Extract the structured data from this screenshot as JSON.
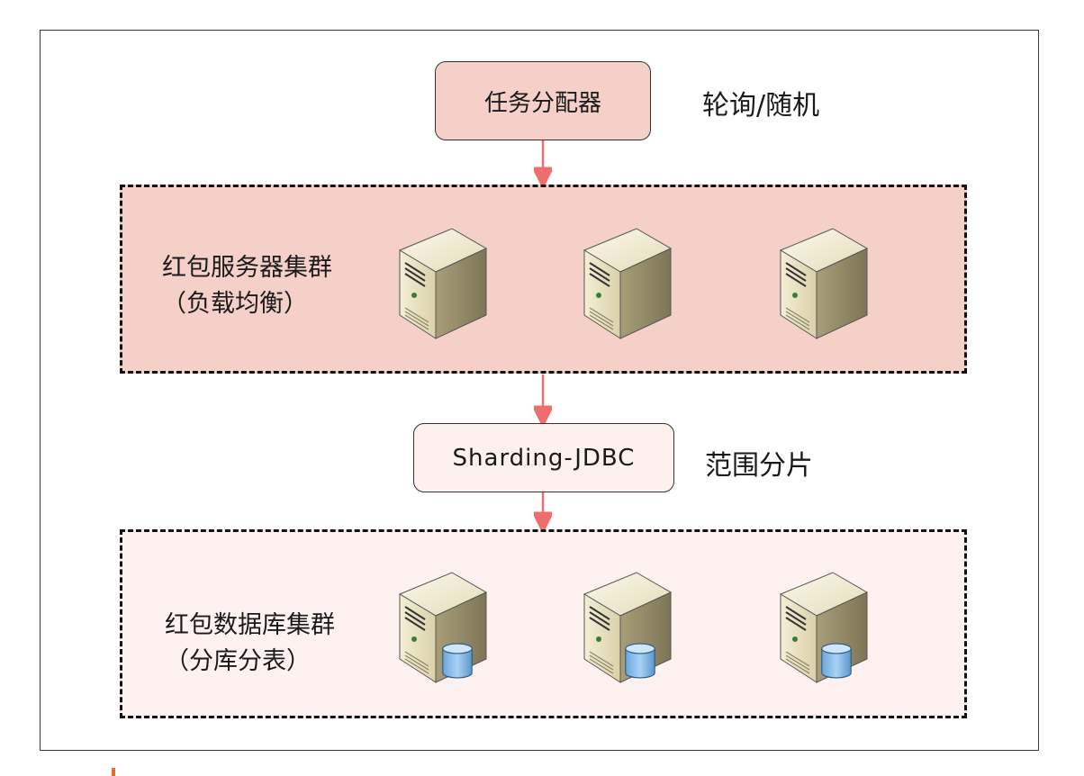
{
  "dispatcher": {
    "label": "任务分配器",
    "note": "轮询/随机"
  },
  "service_cluster": {
    "title": "红包服务器集群",
    "subtitle": "（负载均衡）",
    "server_count": 3
  },
  "sharding": {
    "label": "Sharding-JDBC",
    "note": "范围分片"
  },
  "db_cluster": {
    "title": "红包数据库集群",
    "subtitle": "（分库分表）",
    "server_count": 3
  },
  "colors": {
    "arrow": "#ee6e6e",
    "dispatcher_fill": "#f5d0c8",
    "service_cluster_fill": "#f5d0c8",
    "sharding_fill": "#fdf1ee",
    "db_cluster_fill": "#fdf2ef",
    "bottom_mark": "#e5702a"
  },
  "icons": {
    "server": "server-tower-icon",
    "database": "database-cylinder-icon"
  }
}
